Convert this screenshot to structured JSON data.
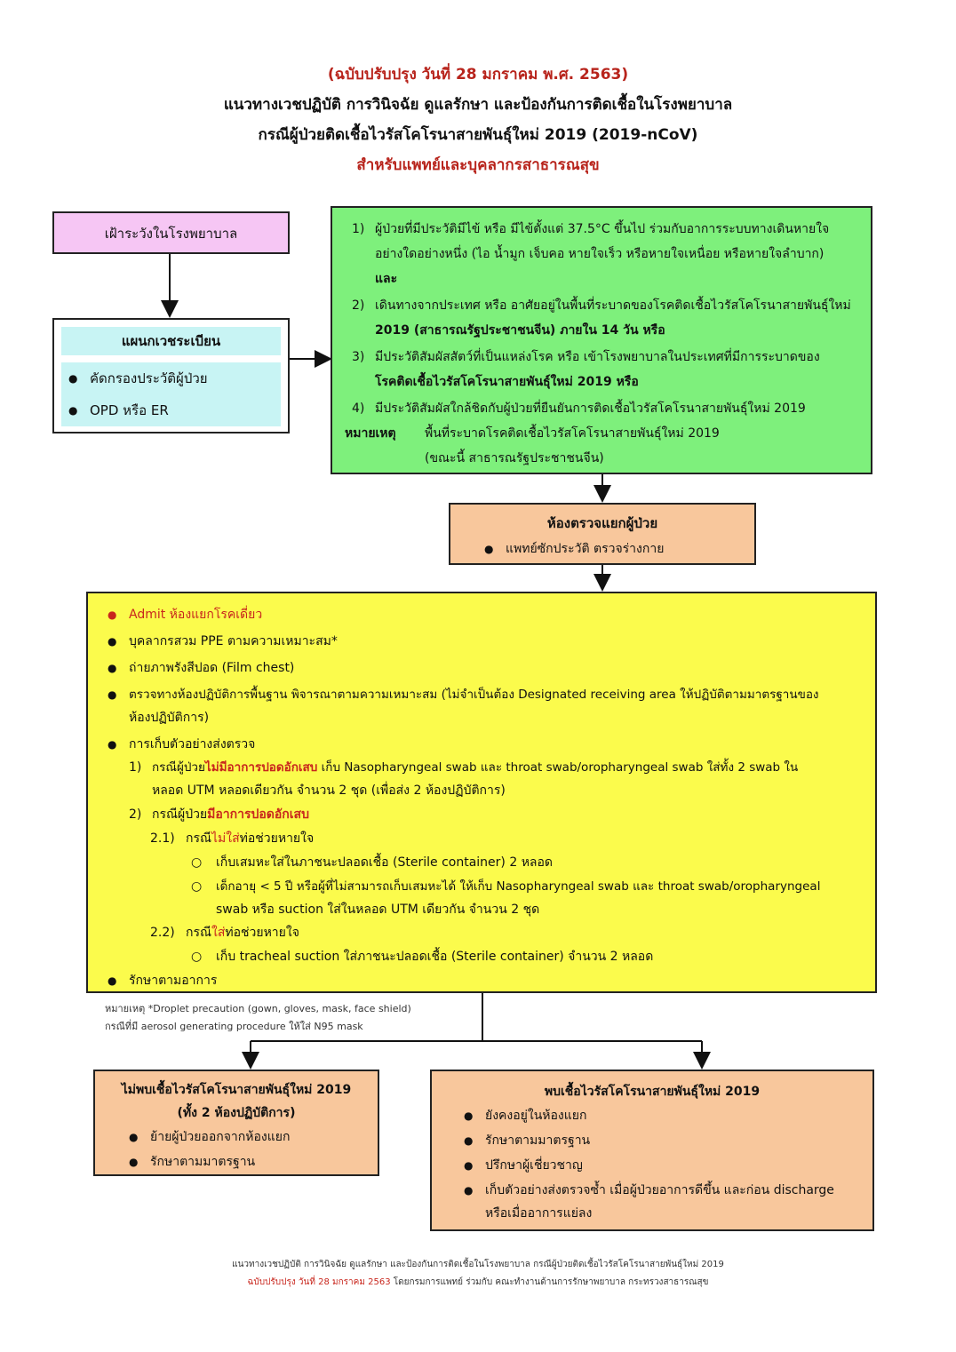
{
  "header": {
    "revision": "(ฉบับปรับปรุง วันที่ 28 มกราคม พ.ศ. 2563)",
    "title_line1": "แนวทางเวชปฏิบัติ การวินิจฉัย ดูแลรักษา และป้องกันการติดเชื้อในโรงพยาบาล",
    "title_line2": "กรณีผู้ป่วยติดเชื้อไวรัสโคโรนาสายพันธุ์ใหม่ 2019 (2019-nCoV)",
    "audience": "สำหรับแพทย์และบุคลากรสาธารณสุข"
  },
  "surveillance_box": {
    "label": "เฝ้าระวังในโรงพยาบาล"
  },
  "registration_box": {
    "title": "แผนกเวชระเบียน",
    "items": [
      "คัดกรองประวัติผู้ป่วย",
      "OPD หรือ ER"
    ]
  },
  "criteria_box": {
    "items": [
      {
        "num": "1)",
        "line1": "ผู้ป่วยที่มีประวัติมีไข้ หรือ มีไข้ตั้งแต่ 37.5°C ขึ้นไป ร่วมกับอาการระบบทางเดินหายใจ",
        "line2": "อย่างใดอย่างหนึ่ง (ไอ น้ำมูก เจ็บคอ หายใจเร็ว หรือหายใจเหนื่อย หรือหายใจลำบาก)",
        "line3": "และ"
      },
      {
        "num": "2)",
        "line1": "เดินทางจากประเทศ หรือ อาศัยอยู่ในพื้นที่ระบาดของโรคติดเชื้อไวรัสโคโรนาสายพันธุ์ใหม่",
        "line2": "2019 (สาธารณรัฐประชาชนจีน) ภายใน 14 วัน  หรือ"
      },
      {
        "num": "3)",
        "line1": "มีประวัติสัมผัสสัตว์ที่เป็นแหล่งโรค หรือ เข้าโรงพยาบาลในประเทศที่มีการระบาดของ",
        "line2": "โรคติดเชื้อไวรัสโคโรนาสายพันธุ์ใหม่ 2019  หรือ"
      },
      {
        "num": "4)",
        "line1": "มีประวัติสัมผัสใกล้ชิดกับผู้ป่วยที่ยืนยันการติดเชื้อไวรัสโคโรนาสายพันธุ์ใหม่ 2019"
      }
    ],
    "note_label": "หมายเหตุ",
    "note_line1": "พื้นที่ระบาดโรคติดเชื้อไวรัสโคโรนาสายพันธุ์ใหม่ 2019",
    "note_line2": "(ขณะนี้ สาธารณรัฐประชาชนจีน)"
  },
  "isolation_exam_box": {
    "title": "ห้องตรวจแยกผู้ป่วย",
    "item": "แพทย์ซักประวัติ ตรวจร่างกาย"
  },
  "admit_box": {
    "admit": "Admit ห้องแยกโรคเดี่ยว",
    "ppe": "บุคลากรสวม PPE ตามความเหมาะสม*",
    "xray": "ถ่ายภาพรังสีปอด (Film chest)",
    "lab_line1": "ตรวจทางห้องปฏิบัติการพื้นฐาน พิจารณาตามความเหมาะสม (ไม่จำเป็นต้อง Designated receiving area ให้ปฏิบัติตามมาตรฐานของ",
    "lab_line2": "ห้องปฏิบัติการ)",
    "specimen": "การเก็บตัวอย่างส่งตรวจ",
    "case1_num": "1)",
    "case1_prefix": "กรณีผู้ป่วย",
    "case1_red": "ไม่มีอาการปอดอักเสบ",
    "case1_rest": " เก็บ Nasopharyngeal swab และ throat swab/oropharyngeal swab ใส่ทั้ง 2 swab ใน",
    "case1_line2": "หลอด UTM หลอดเดียวกัน จำนวน 2 ชุด (เพื่อส่ง 2 ห้องปฏิบัติการ)",
    "case2_num": "2)",
    "case2_prefix": "กรณีผู้ป่วย",
    "case2_red": "มีอาการปอดอักเสบ",
    "case21_num": "2.1)",
    "case21_prefix": "กรณี",
    "case21_red": "ไม่ใส่",
    "case21_rest": "ท่อช่วยหายใจ",
    "case21_item1": "เก็บเสมหะใส่ในภาชนะปลอดเชื้อ (Sterile container) 2 หลอด",
    "case21_item2_line1": "เด็กอายุ < 5 ปี หรือผู้ที่ไม่สามารถเก็บเสมหะได้ ให้เก็บ Nasopharyngeal swab และ throat swab/oropharyngeal",
    "case21_item2_line2": "swab หรือ suction ใส่ในหลอด UTM เดียวกัน จำนวน 2 ชุด",
    "case22_num": "2.2)",
    "case22_prefix": "กรณี",
    "case22_red": "ใส่",
    "case22_rest": "ท่อช่วยหายใจ",
    "case22_item1": "เก็บ tracheal suction ใส่ภาชนะปลอดเชื้อ (Sterile container) จำนวน 2 หลอด",
    "symptomatic": "รักษาตามอาการ"
  },
  "footnote": {
    "line1": "หมายเหตุ *Droplet precaution (gown, gloves, mask, face shield)",
    "line2": "กรณีที่มี aerosol generating procedure ให้ใส่ N95 mask"
  },
  "negative_box": {
    "title_line1": "ไม่พบเชื้อไวรัสโคโรนาสายพันธุ์ใหม่ 2019",
    "title_line2": "(ทั้ง 2 ห้องปฏิบัติการ)",
    "items": [
      "ย้ายผู้ป่วยออกจากห้องแยก",
      "รักษาตามมาตรฐาน"
    ]
  },
  "positive_box": {
    "title": "พบเชื้อไวรัสโคโรนาสายพันธุ์ใหม่ 2019",
    "items": [
      "ยังคงอยู่ในห้องแยก",
      "รักษาตามมาตรฐาน",
      "ปรึกษาผู้เชี่ยวชาญ"
    ],
    "item4_line1": "เก็บตัวอย่างส่งตรวจซ้ำ เมื่อผู้ป่วยอาการดีขึ้น และก่อน discharge",
    "item4_line2": "หรือเมื่ออาการแย่ลง"
  },
  "page_footer": {
    "line1": "แนวทางเวชปฏิบัติ การวินิจฉัย ดูแลรักษา และป้องกันการติดเชื้อในโรงพยาบาล กรณีผู้ป่วยติดเชื้อไวรัสโคโรนาสายพันธุ์ใหม่ 2019",
    "line2_red": "ฉบับปรับปรุง วันที่ 28 มกราคม 2563",
    "line2_rest": "  โดยกรมการแพทย์ ร่วมกับ คณะทำงานด้านการรักษาพยาบาล กระทรวงสาธารณสุข"
  },
  "colors": {
    "pink": "#f6c6f4",
    "green": "#7ef07c",
    "salmon": "#f8c79c",
    "yellow": "#fbfb4c",
    "cyan": "#c8f4f4",
    "red_text": "#c8261d"
  }
}
